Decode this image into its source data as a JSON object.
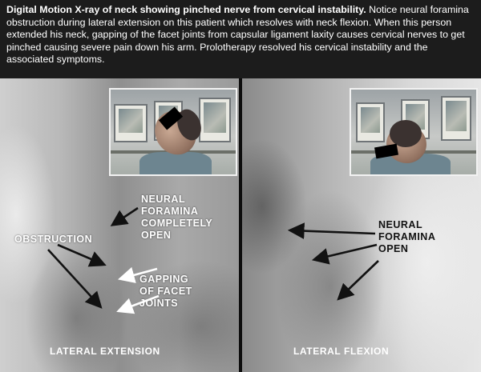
{
  "header": {
    "title": "Digital Motion X-ray of neck showing pinched nerve from cervical instability.",
    "body": "Notice neural foramina obstruction during lateral extension on this patient which resolves with neck flexion. When this person extended his neck, gapping of the facet joints from capsular ligament laxity causes cervical nerves to get pinched causing severe pain down his arm. Prolotherapy resolved his cervical instability and the associated symptoms."
  },
  "left_panel": {
    "label_foramina_open": [
      "NEURAL",
      "FORAMINA",
      "COMPLETELY",
      "OPEN"
    ],
    "label_obstruction": "OBSTRUCTION",
    "label_gapping": [
      "GAPPING",
      "OF FACET",
      "JOINTS"
    ],
    "caption": "LATERAL EXTENSION"
  },
  "right_panel": {
    "label_foramina_open": [
      "NEURAL",
      "FORAMINA",
      "OPEN"
    ],
    "caption": "LATERAL FLEXION"
  },
  "colors": {
    "header_bg": "#1c1c1c",
    "arrow_dark": "#111111",
    "arrow_light": "#ffffff"
  }
}
